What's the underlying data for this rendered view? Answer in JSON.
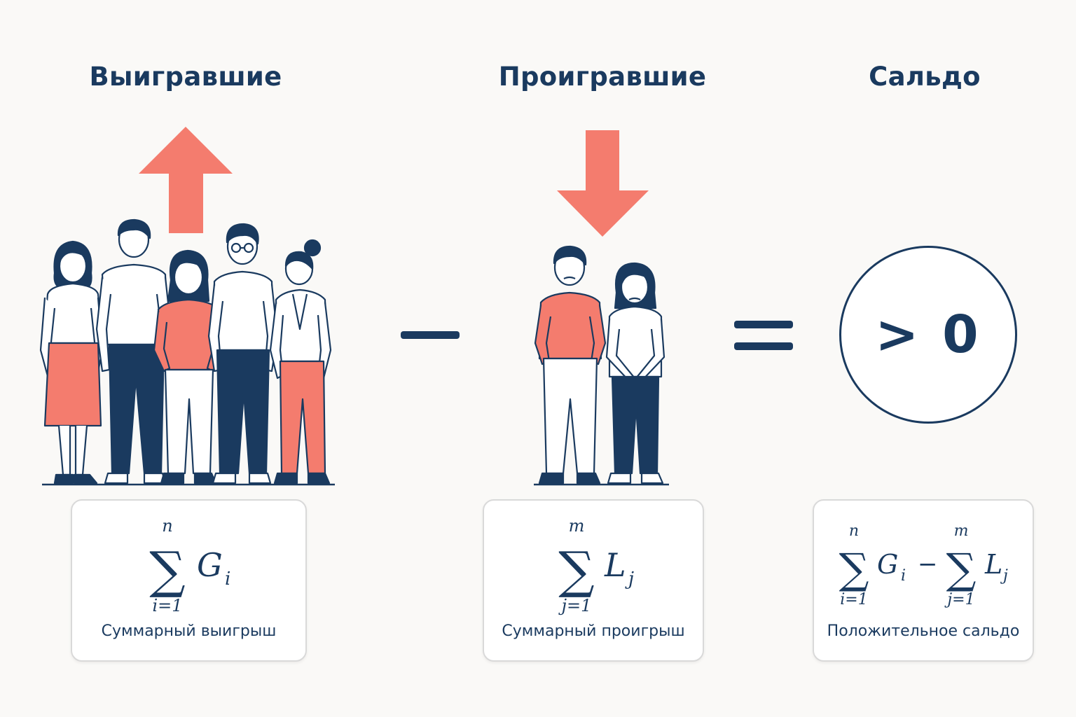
{
  "headings": {
    "winners": "Выигравшие",
    "losers": "Проигравшие",
    "balance": "Сальдо"
  },
  "result": {
    "text": "> 0"
  },
  "cards": {
    "winners": {
      "caption": "Суммарный выигрыш",
      "sum_upper": "n",
      "sum_lower": "i=1",
      "term": "G",
      "term_sub": "i"
    },
    "losers": {
      "caption": "Суммарный проигрыш",
      "sum_upper": "m",
      "sum_lower": "j=1",
      "term": "L",
      "term_sub": "j"
    },
    "balance": {
      "caption": "Положительное сальдо",
      "sum1_upper": "n",
      "sum1_lower": "i=1",
      "term1": "G",
      "term1_sub": "i",
      "minus": "−",
      "sum2_upper": "m",
      "sum2_lower": "j=1",
      "term2": "L",
      "term2_sub": "j"
    }
  },
  "colors": {
    "navy": "#1a3a5f",
    "coral": "#f47c6e",
    "background": "#faf9f7"
  },
  "icons": {
    "winners_arrow": "arrow-up-icon",
    "losers_arrow": "arrow-down-icon",
    "minus_operator": "minus-icon",
    "equals_operator": "equals-icon"
  }
}
